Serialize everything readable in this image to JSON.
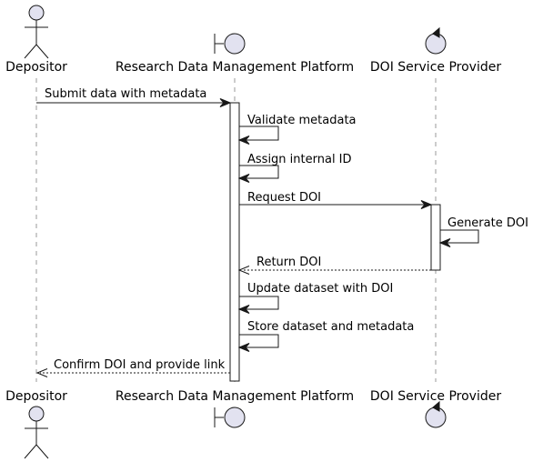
{
  "participants": [
    {
      "name": "Depositor",
      "kind": "actor"
    },
    {
      "name": "Research Data Management Platform",
      "kind": "boundary"
    },
    {
      "name": "DOI Service Provider",
      "kind": "control"
    }
  ],
  "messages": [
    {
      "label": "Submit data with metadata",
      "from": "Depositor",
      "to": "Research Data Management Platform",
      "style": "solid"
    },
    {
      "label": "Validate metadata",
      "from": "Research Data Management Platform",
      "to": "Research Data Management Platform",
      "style": "solid"
    },
    {
      "label": "Assign internal ID",
      "from": "Research Data Management Platform",
      "to": "Research Data Management Platform",
      "style": "solid"
    },
    {
      "label": "Request DOI",
      "from": "Research Data Management Platform",
      "to": "DOI Service Provider",
      "style": "solid"
    },
    {
      "label": "Generate DOI",
      "from": "DOI Service Provider",
      "to": "DOI Service Provider",
      "style": "solid"
    },
    {
      "label": "Return DOI",
      "from": "DOI Service Provider",
      "to": "Research Data Management Platform",
      "style": "dashed"
    },
    {
      "label": "Update dataset with DOI",
      "from": "Research Data Management Platform",
      "to": "Research Data Management Platform",
      "style": "solid"
    },
    {
      "label": "Store dataset and metadata",
      "from": "Research Data Management Platform",
      "to": "Research Data Management Platform",
      "style": "solid"
    },
    {
      "label": "Confirm DOI and provide link",
      "from": "Research Data Management Platform",
      "to": "Depositor",
      "style": "dashed"
    }
  ],
  "colors": {
    "participant_fill": "#e2e2f0",
    "line": "#181818"
  }
}
